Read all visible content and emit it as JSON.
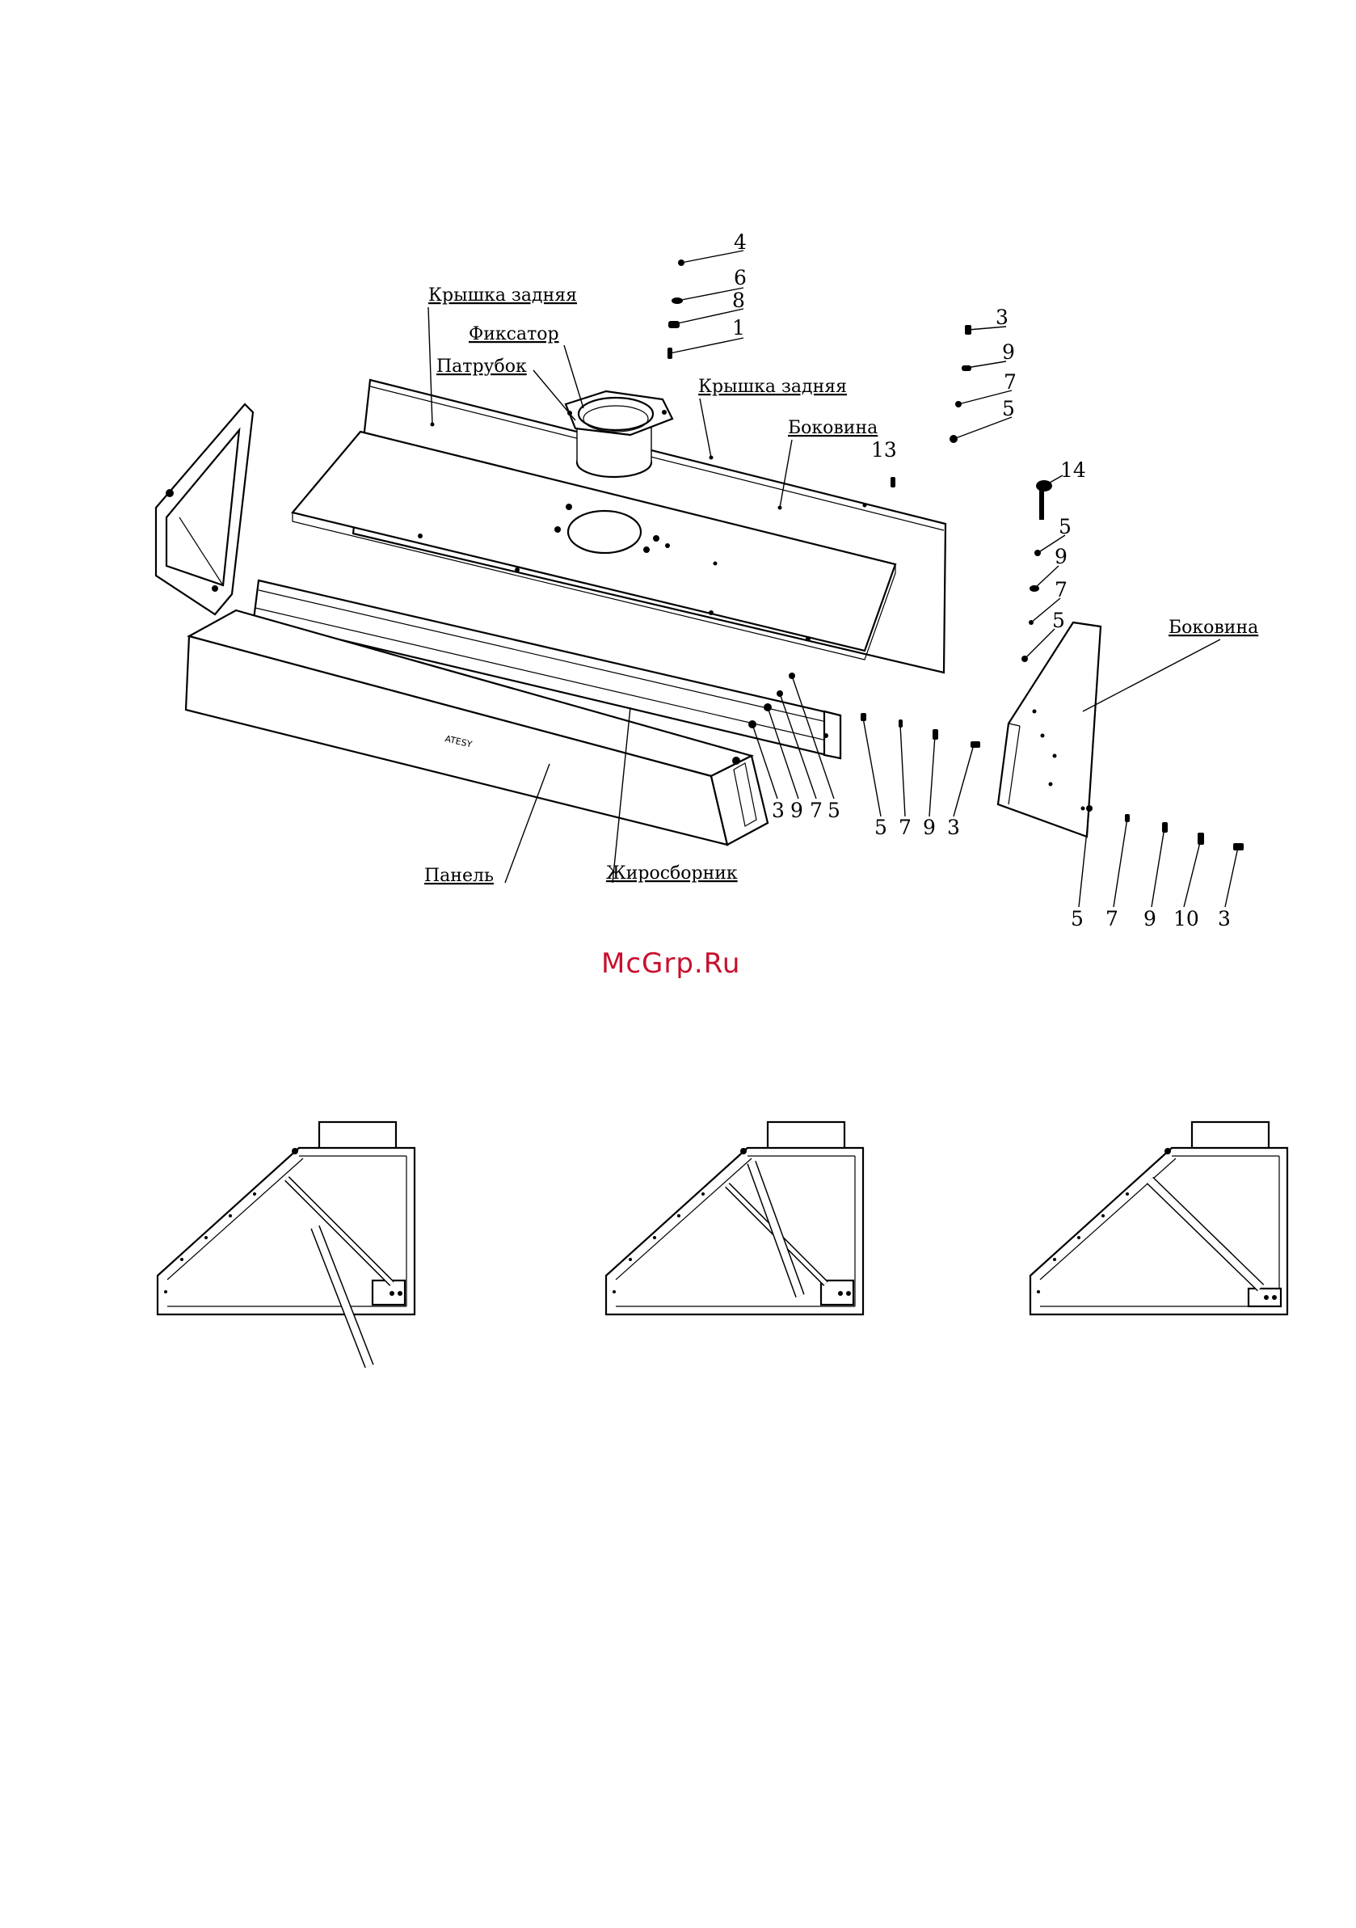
{
  "labels": {
    "back_cover_1": "Крышка задняя",
    "latch": "Фиксатор",
    "pipe": "Патрубок",
    "back_cover_2": "Крышка задняя",
    "side_1": "Боковина",
    "side_2": "Боковина",
    "panel": "Панель",
    "grease_collector": "Жиросборник"
  },
  "brand_text": "ATESY",
  "watermark": "McGrp.Ru",
  "callouts": {
    "top_stack": [
      "4",
      "6",
      "8",
      "1"
    ],
    "right_stack": [
      "3",
      "9",
      "7",
      "5"
    ],
    "n13": "13",
    "n14": "14",
    "side_stack": [
      "5",
      "9",
      "7",
      "5"
    ],
    "bottom_mid": [
      "3",
      "9",
      "7",
      "5"
    ],
    "bottom_row": [
      "5",
      "7",
      "9",
      "3"
    ],
    "bottom_right": [
      "5",
      "7",
      "9",
      "10",
      "3"
    ]
  },
  "colors": {
    "line": "#000000",
    "watermark": "#c8102e",
    "background": "#ffffff"
  }
}
